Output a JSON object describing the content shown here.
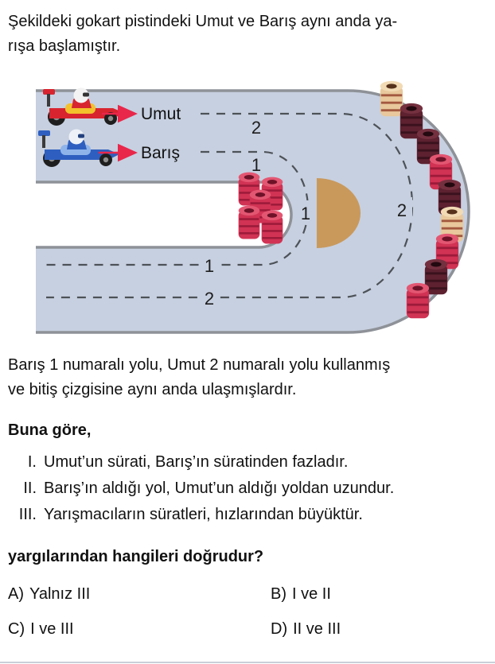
{
  "question": {
    "intro": "Şekildeki gokart pistindeki Umut ve Barış aynı anda ya-\nrışa başlamıştır.",
    "body": "Barış 1 numaralı yolu, Umut 2 numaralı yolu kullanmış\nve bitiş çizgisine aynı anda ulaşmışlardır.",
    "lead_in": "Buna göre,",
    "prompt": "yargılarından hangileri doğrudur?"
  },
  "statements": [
    {
      "numeral": "I.",
      "text": "Umut’un sürati, Barış’ın süratinden fazladır."
    },
    {
      "numeral": "II.",
      "text": "Barış’ın aldığı yol, Umut’un aldığı yoldan uzundur."
    },
    {
      "numeral": "III.",
      "text": "Yarışmacıların süratleri, hızlarından büyüktür."
    }
  ],
  "options": [
    {
      "letter": "A)",
      "text": "Yalnız III"
    },
    {
      "letter": "B)",
      "text": "I ve II"
    },
    {
      "letter": "C)",
      "text": "I ve III"
    },
    {
      "letter": "D)",
      "text": "II ve III"
    }
  ],
  "figure": {
    "racers": [
      {
        "name": "Umut",
        "line": "2"
      },
      {
        "name": "Barış",
        "line": "1"
      }
    ],
    "lane_labels": {
      "top_lane2": "2",
      "top_lane1": "1",
      "turn_lane1": "1",
      "turn_lane2": "2",
      "bottom_lane1": "1",
      "bottom_lane2": "2"
    },
    "colors": {
      "track": "#c7d0e0",
      "track_border": "#8e9298",
      "lane_dash": "#4d5258",
      "island": "#c9995c",
      "label_arrow": "#e8274b",
      "tire_red": "#d13354",
      "tire_maroon": "#5d2130",
      "tire_tan": "#e8c89c"
    }
  }
}
